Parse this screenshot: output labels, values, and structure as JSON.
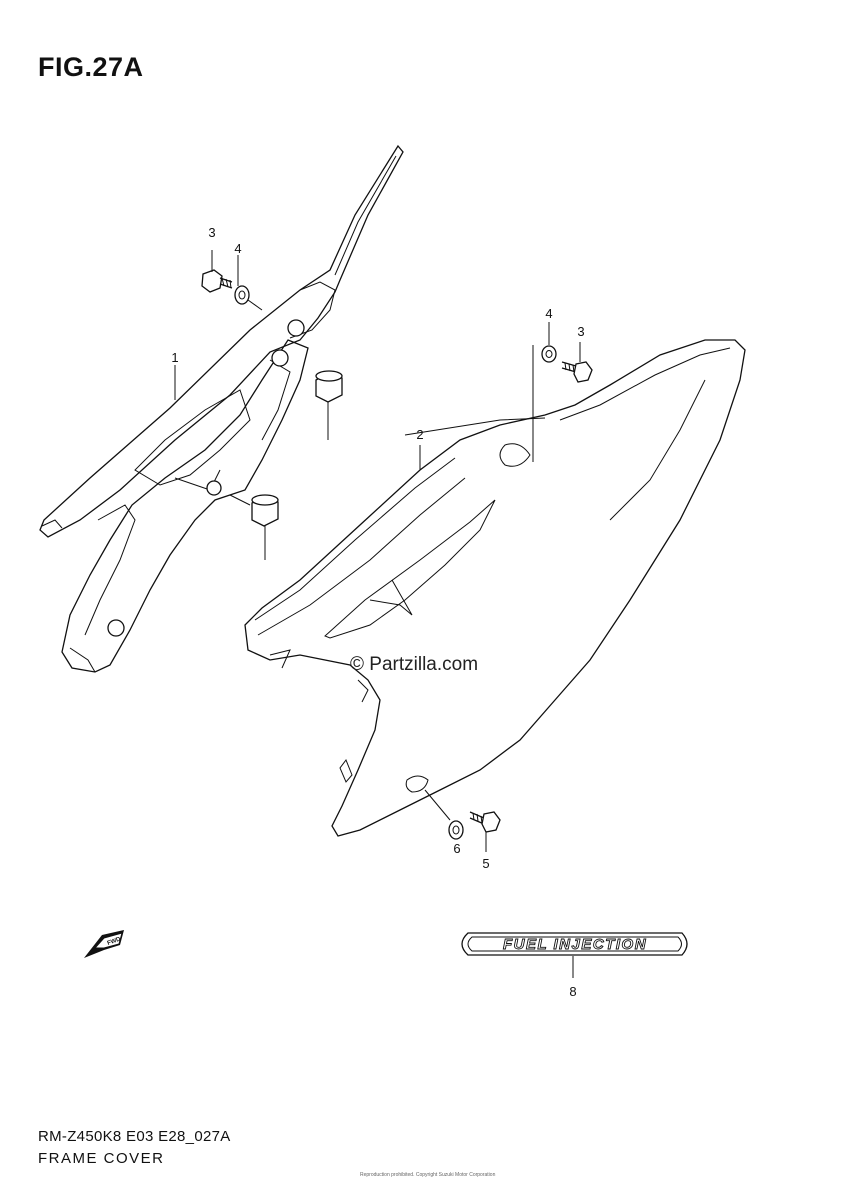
{
  "figure": {
    "title": "FIG.27A"
  },
  "callouts": [
    {
      "id": "c3a",
      "label": "3"
    },
    {
      "id": "c4a",
      "label": "4"
    },
    {
      "id": "c1",
      "label": "1"
    },
    {
      "id": "c4b",
      "label": "4"
    },
    {
      "id": "c3b",
      "label": "3"
    },
    {
      "id": "c2",
      "label": "2"
    },
    {
      "id": "c6",
      "label": "6"
    },
    {
      "id": "c5",
      "label": "5"
    },
    {
      "id": "c8",
      "label": "8"
    }
  ],
  "watermark": "© Partzilla.com",
  "emblem_text": "FUEL INJECTION",
  "fwd_label": "FWD",
  "footer": {
    "code": "RM-Z450K8 E03 E28_027A",
    "title": "FRAME COVER",
    "copyright": "Reproduction prohibited. Copyright Suzuki Motor Corporation"
  }
}
